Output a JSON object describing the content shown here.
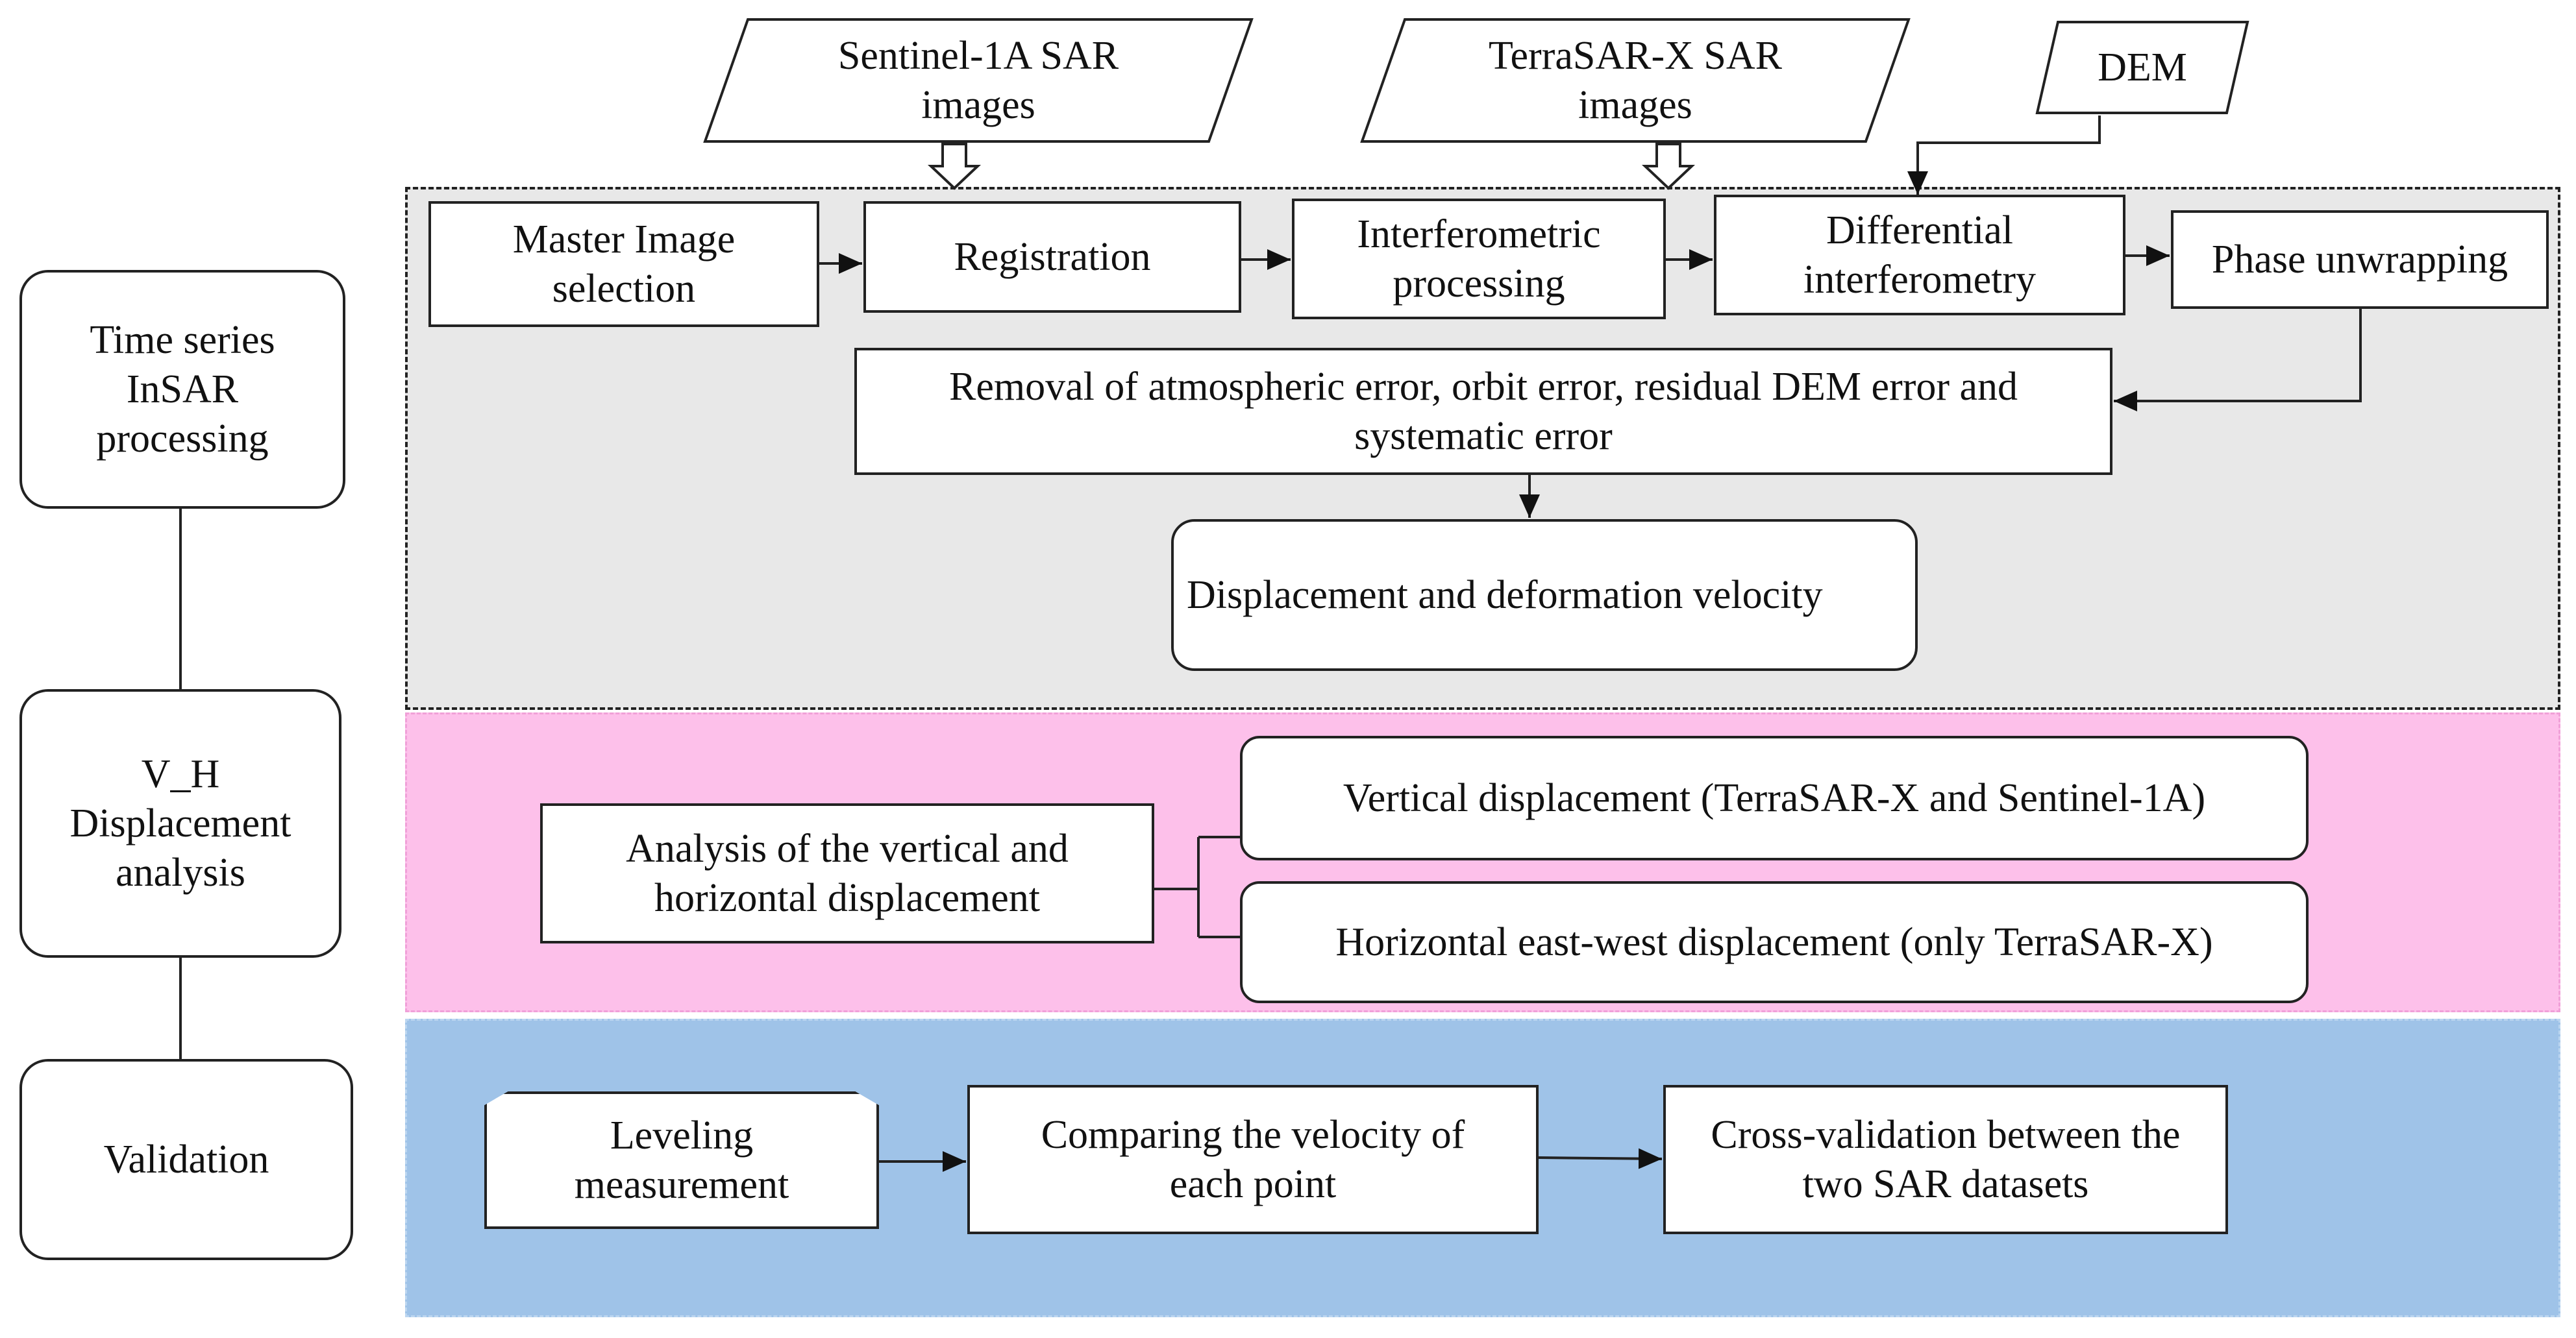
{
  "inputs": {
    "sentinel": "Sentinel-1A  SAR\nimages",
    "terrasar": "TerraSAR-X  SAR\nimages",
    "dem": "DEM"
  },
  "stages": {
    "insar": "Time series\nInSAR\nprocessing",
    "vh": "V_H\nDisplacement\nanalysis",
    "validation": "Validation"
  },
  "insar_steps": {
    "master": "Master Image\nselection",
    "registration": "Registration",
    "interferometric": "Interferometric\nprocessing",
    "differential": "Differential\ninterferometry",
    "phase": "Phase unwrapping",
    "removal": "Removal of atmospheric error, orbit error, residual DEM error and\nsystematic error",
    "displacement": "Displacement and deformation velocity"
  },
  "vh_steps": {
    "analysis": "Analysis of the vertical and\nhorizontal displacement",
    "vertical": "Vertical displacement (TerraSAR-X and Sentinel-1A)",
    "horizontal": "Horizontal east-west displacement (only TerraSAR-X)"
  },
  "validation_steps": {
    "leveling": "Leveling\nmeasurement",
    "comparing": "Comparing the velocity of\neach point",
    "cross": "Cross-validation between the\ntwo SAR datasets"
  },
  "colors": {
    "insar_band": "#e8e8e8",
    "vh_band": "#fdc0ea",
    "validation_band": "#9fc3e8"
  }
}
